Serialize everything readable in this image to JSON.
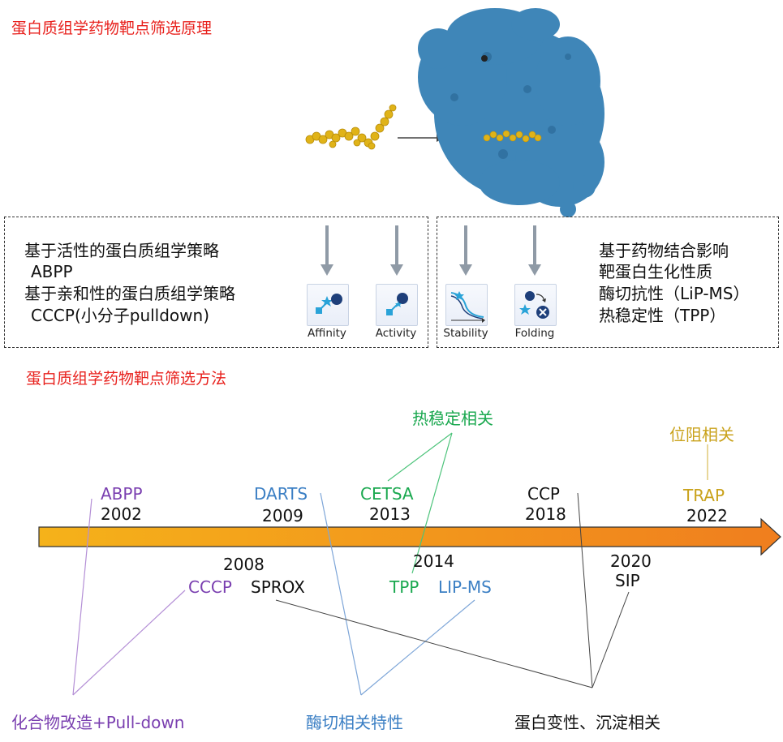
{
  "section1_title": "蛋白质组学药物靶点筛选原理",
  "section2_title": "蛋白质组学药物靶点筛选方法",
  "left_box": {
    "line1": "基于活性的蛋白质组学策略",
    "line2": "ABPP",
    "line3": "基于亲和性的蛋白质组学策略",
    "line4": "CCCP(小分子pulldown)"
  },
  "right_box": {
    "line1": "基于药物结合影响",
    "line2": "靶蛋白生化性质",
    "line3": "酶切抗性（LiP-MS）",
    "line4": "热稳定性（TPP）"
  },
  "icons": [
    {
      "label": "Affinity",
      "icon": "affinity-icon"
    },
    {
      "label": "Activity",
      "icon": "activity-icon"
    },
    {
      "label": "Stability",
      "icon": "stability-icon"
    },
    {
      "label": "Folding",
      "icon": "folding-icon"
    }
  ],
  "timeline": {
    "top": [
      {
        "name": "ABPP",
        "year": "2002",
        "color": "#7a3fb0"
      },
      {
        "name": "DARTS",
        "year": "2009",
        "color": "#3b7fc4"
      },
      {
        "name": "CETSA",
        "year": "2013",
        "color": "#1aa84f"
      },
      {
        "name": "CCP",
        "year": "2018",
        "color": "#111111"
      },
      {
        "name": "TRAP",
        "year": "2022",
        "color": "#c9a21b"
      }
    ],
    "bottom": [
      {
        "year": "2008"
      },
      {
        "name": "CCCP",
        "color": "#7a3fb0"
      },
      {
        "name": "SPROX",
        "color": "#111111"
      },
      {
        "year": "2014"
      },
      {
        "name": "TPP",
        "color": "#1aa84f"
      },
      {
        "name": "LIP-MS",
        "color": "#3b7fc4"
      },
      {
        "year": "2020",
        "name": "SIP",
        "color": "#111111"
      }
    ]
  },
  "categories": {
    "thermal": "热稳定相关",
    "steric": "位阻相关",
    "compound": "化合物改造+Pull-down",
    "enzymatic": "酶切相关特性",
    "denature": "蛋白变性、沉淀相关"
  },
  "colors": {
    "title_red": "#e8211d",
    "arrow_start": "#f5b21a",
    "arrow_end": "#f07e1e",
    "protein_blue": "#3f86b8",
    "ligand_gold": "#e0b318"
  }
}
